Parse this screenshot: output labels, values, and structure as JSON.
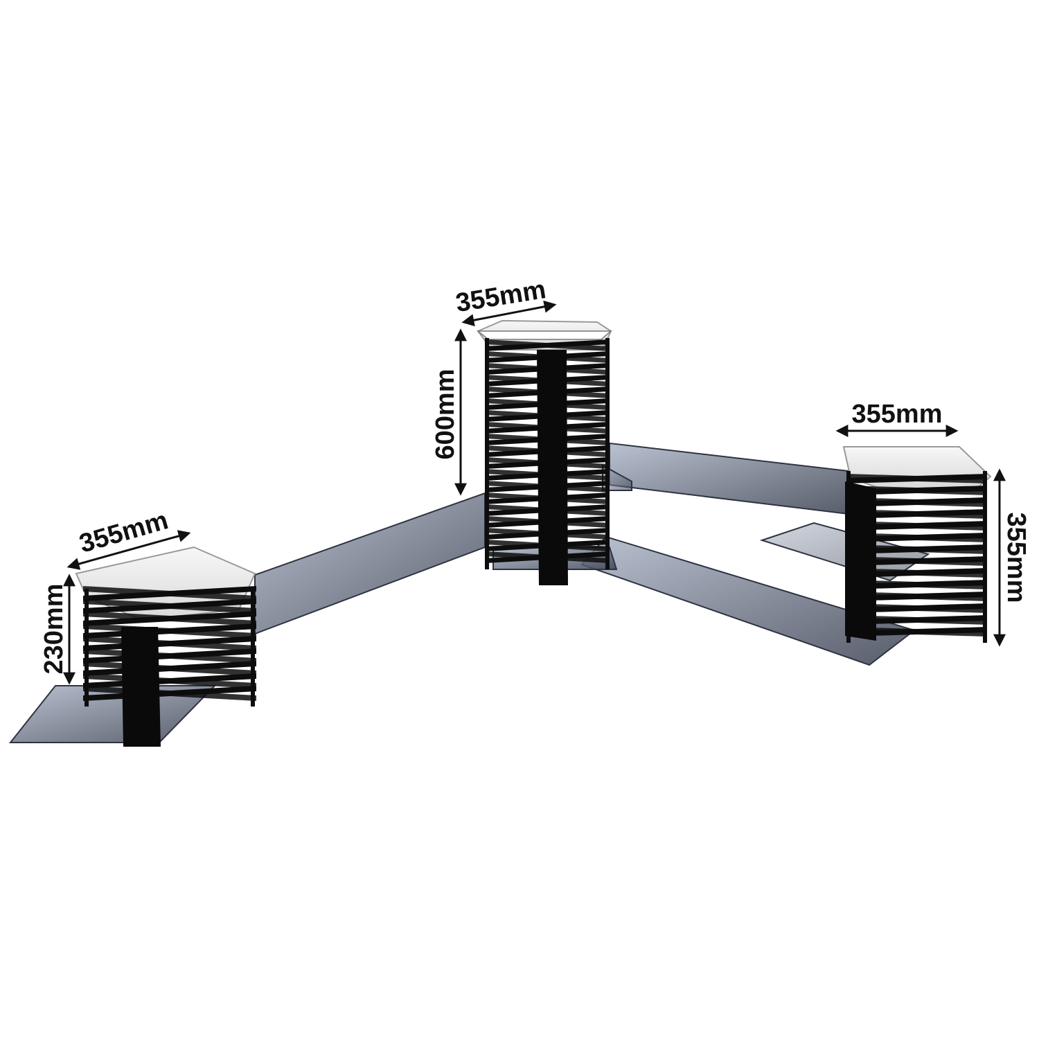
{
  "dimensions": {
    "center_width": "355mm",
    "center_height": "600mm",
    "left_width": "355mm",
    "left_height": "230mm",
    "right_width": "355mm",
    "right_height": "355mm"
  },
  "colors": {
    "background": "#ffffff",
    "frame": "#0d0d0d",
    "glass": "#4a5568",
    "bowl": "#ececec",
    "text": "#111111"
  }
}
